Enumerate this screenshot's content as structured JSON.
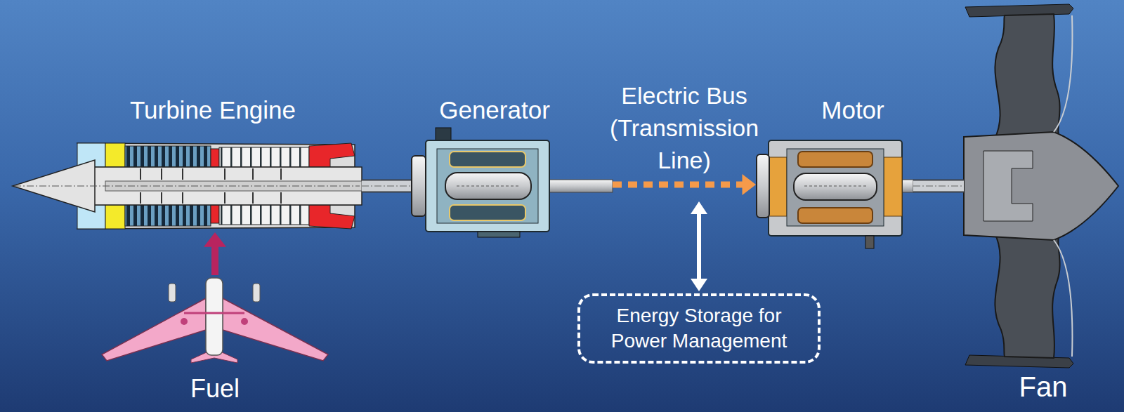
{
  "diagram": {
    "nodes": [
      {
        "text": [
          "Turbine Engine"
        ]
      },
      {
        "text": [
          "Generator"
        ]
      },
      {
        "text": [
          "Motor"
        ]
      },
      {
        "text": [
          "Fan"
        ]
      },
      {
        "text": [
          "Fuel"
        ]
      },
      {
        "text": [
          "Energy Storage for Power Management"
        ]
      }
    ],
    "edges": [
      {
        "from": 0,
        "to": 1,
        "arrow": "none"
      },
      {
        "from": 1,
        "to": 2,
        "label": "Electric Bus (Transmission Line)",
        "arrow": "to"
      },
      {
        "from": 2,
        "to": 3,
        "arrow": "none"
      },
      {
        "from": 4,
        "to": 0,
        "arrow": "to"
      }
    ]
  }
}
